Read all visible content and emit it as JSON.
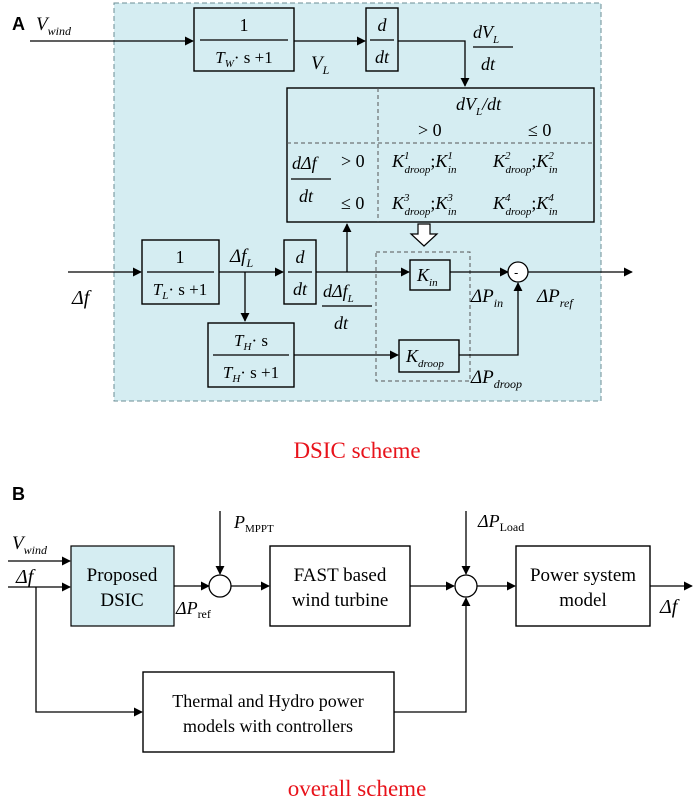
{
  "panel_a": {
    "label": "A",
    "caption": "DSIC scheme",
    "caption_color": "#e8131b",
    "bg_color": "#d5edf2",
    "input_vwind": "V",
    "input_vwind_sub": "wind",
    "washout_num": "1",
    "washout_den_a": "T",
    "washout_den_sub": "W",
    "washout_den_b": "· s +1",
    "vl": "V",
    "vl_sub": "L",
    "deriv_num": "d",
    "deriv_den": "dt",
    "dvl_num": "dV",
    "dvl_num_sub": "L",
    "dvl_den": "dt",
    "table_head": "dV",
    "table_head_sub": "L",
    "table_head_tail": "/dt",
    "table_gt0": "> 0",
    "table_le0": "≤ 0",
    "row_label_num": "dΔf",
    "row_label_den": "dt",
    "row_gt0": "> 0",
    "row_le0": "≤ 0",
    "cell_k": "K",
    "cell_droop": "droop",
    "cell_in": "in",
    "cell_sep": ";",
    "cell_11_sup": "1",
    "cell_12_sup": "2",
    "cell_21_sup": "3",
    "cell_22_sup": "4",
    "input_df": "Δf",
    "lp_num": "1",
    "lp_den_a": "T",
    "lp_den_sub": "L",
    "lp_den_b": "· s +1",
    "dfl": "Δf",
    "dfl_sub": "L",
    "ddfl_num": "dΔf",
    "ddfl_sub": "L",
    "ddfl_den": "dt",
    "hp_num_a": "T",
    "hp_num_sub": "H",
    "hp_num_b": "· s",
    "hp_den_a": "T",
    "hp_den_sub": "H",
    "hp_den_b": "· s +1",
    "kin": "K",
    "kin_sub": "in",
    "kdroop": "K",
    "kdroop_sub": "droop",
    "sum_sign": "-",
    "pin": "ΔP",
    "pin_sub": "in",
    "pdroop": "ΔP",
    "pdroop_sub": "droop",
    "pref": "ΔP",
    "pref_sub": "ref"
  },
  "panel_b": {
    "label": "B",
    "caption": "overall scheme",
    "caption_color": "#e8131b",
    "dsic_fill": "#d5edf2",
    "input_vwind": "V",
    "input_vwind_sub": "wind",
    "input_df": "Δf",
    "dsic_line1": "Proposed",
    "dsic_line2": "DSIC",
    "pref": "ΔP",
    "pref_sub": "ref",
    "pmppt": "P",
    "pmppt_sub": "MPPT",
    "fast_line1": "FAST based",
    "fast_line2": "wind turbine",
    "pload": "ΔP",
    "pload_sub": "Load",
    "ps_line1": "Power system",
    "ps_line2": "model",
    "output_df": "Δf",
    "thermal_line1": "Thermal and Hydro power",
    "thermal_line2": "models with controllers"
  }
}
